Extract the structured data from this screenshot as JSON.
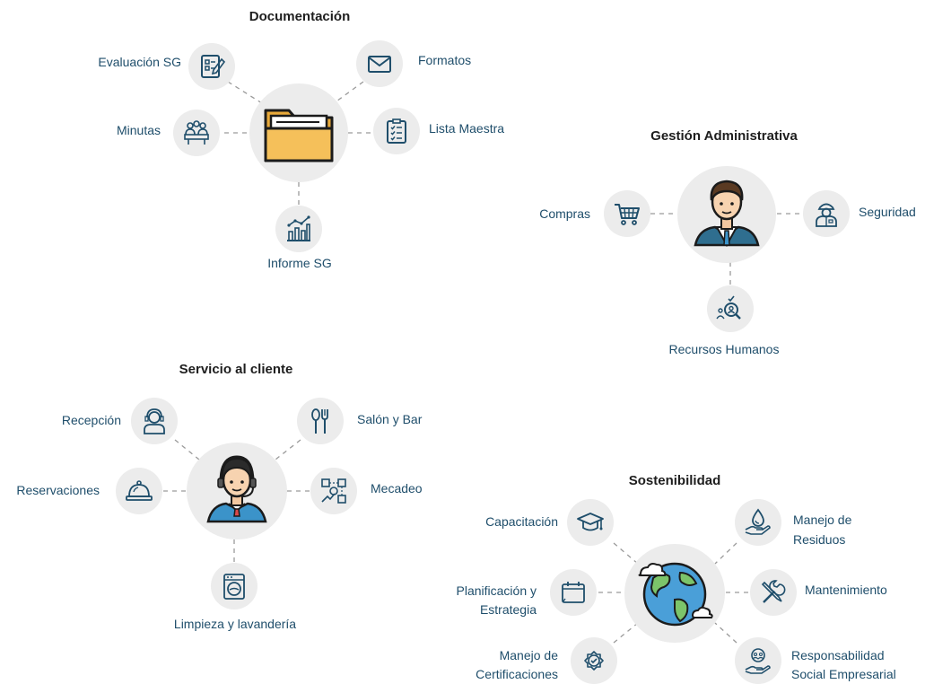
{
  "clusters": {
    "documentacion": {
      "title": "Documentación",
      "nodes": {
        "evaluacion": "Evaluación SG",
        "formatos": "Formatos",
        "minutas": "Minutas",
        "lista": "Lista Maestra",
        "informe": "Informe SG"
      }
    },
    "gestion": {
      "title": "Gestión Administrativa",
      "nodes": {
        "compras": "Compras",
        "seguridad": "Seguridad",
        "rrhh": "Recursos Humanos"
      }
    },
    "servicio": {
      "title": "Servicio al cliente",
      "nodes": {
        "recepcion": "Recepción",
        "salon": "Salón y Bar",
        "reservaciones": "Reservaciones",
        "mecadeo": "Mecadeo",
        "limpieza": "Limpieza y lavandería"
      }
    },
    "sostenibilidad": {
      "title": "Sostenibilidad",
      "nodes": {
        "capacitacion": "Capacitación",
        "residuos_1": "Manejo de",
        "residuos_2": "Residuos",
        "planificacion_1": "Planificación y",
        "planificacion_2": "Estrategia",
        "mantenimiento": "Mantenimiento",
        "certificaciones_1": "Manejo de",
        "certificaciones_2": "Certificaciones",
        "rse_1": "Responsabilidad",
        "rse_2": "Social Empresarial"
      }
    }
  },
  "icons": {
    "documentacion_hub": "folder-icon",
    "evaluacion": "checklist-pencil-icon",
    "formatos": "envelope-icon",
    "minutas": "meeting-icon",
    "lista": "clipboard-list-icon",
    "informe": "bar-chart-icon",
    "gestion_hub": "businessman-icon",
    "compras": "shopping-cart-icon",
    "seguridad": "security-guard-icon",
    "rrhh": "hr-magnifier-icon",
    "servicio_hub": "support-agent-icon",
    "recepcion": "receptionist-icon",
    "salon": "spoon-fork-icon",
    "reservaciones": "service-bell-icon",
    "mecadeo": "marketing-icon",
    "limpieza": "washing-machine-icon",
    "sostenibilidad_hub": "globe-icon",
    "capacitacion": "graduation-cap-icon",
    "residuos": "water-hand-icon",
    "planificacion": "calendar-icon",
    "mantenimiento": "tools-icon",
    "certificaciones": "badge-check-icon",
    "rse": "people-hand-icon"
  },
  "colors": {
    "icon_navy": "#1f4e6b",
    "label_teal": "#1f4e6b",
    "circle_bg": "#ececec",
    "connector": "#9a9a9a",
    "folder": "#f5c05a",
    "globe_water": "#4a9fd8",
    "globe_land": "#7cc46a"
  }
}
